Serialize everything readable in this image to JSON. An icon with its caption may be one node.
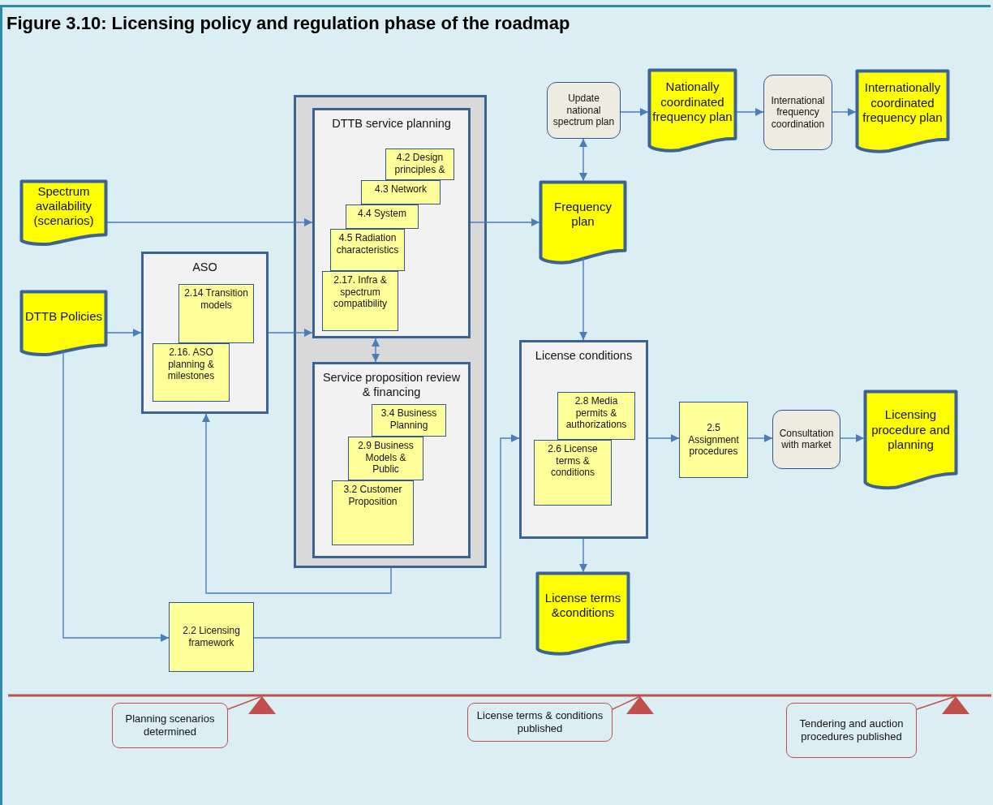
{
  "diagram": {
    "title": "Figure 3.10: Licensing policy and regulation phase of the roadmap",
    "nodes": [
      {
        "text": [
          "Spectrum availability (scenarios)"
        ]
      },
      {
        "text": [
          "DTTB Policies"
        ]
      },
      {
        "text": [
          "ASO"
        ]
      },
      {
        "text": [
          "2.14 Transition models"
        ],
        "in": 2
      },
      {
        "text": [
          "2.16. ASO planning & milestones"
        ],
        "in": 2
      },
      {
        "text": [],
        "shape": "box"
      },
      {
        "text": [
          "DTTB service planning"
        ],
        "in": 5
      },
      {
        "text": [
          "4.2 Design principles &"
        ],
        "in": 6
      },
      {
        "text": [
          "4.3 Network"
        ],
        "in": 6
      },
      {
        "text": [
          "4.4 System"
        ],
        "in": 6
      },
      {
        "text": [
          "4.5 Radiation characteristics"
        ],
        "in": 6
      },
      {
        "text": [
          "2.17. Infra & spectrum compatibility"
        ],
        "in": 6
      },
      {
        "text": [
          "Service proposition review & financing"
        ],
        "in": 5
      },
      {
        "text": [
          "3.4 Business Planning"
        ],
        "in": 12
      },
      {
        "text": [
          "2.9 Business Models & Public"
        ],
        "in": 12
      },
      {
        "text": [
          "3.2  Customer Proposition"
        ],
        "in": 12
      },
      {
        "text": [
          "Update national spectrum plan"
        ]
      },
      {
        "text": [
          "Nationally coordinated frequency plan"
        ]
      },
      {
        "text": [
          "International frequency coordination"
        ]
      },
      {
        "text": [
          "Internationally coordinated frequency plan"
        ]
      },
      {
        "text": [
          "Frequency plan"
        ]
      },
      {
        "text": [
          "License conditions"
        ]
      },
      {
        "text": [
          "2.8 Media permits & authorizations"
        ],
        "in": 21
      },
      {
        "text": [
          "2.6  License terms & conditions"
        ],
        "in": 21
      },
      {
        "text": [
          "2.5 Assignment procedures"
        ]
      },
      {
        "text": [
          "Consultation with market"
        ]
      },
      {
        "text": [
          "Licensing procedure and planning"
        ]
      },
      {
        "text": [
          "License terms &conditions"
        ]
      },
      {
        "text": [
          "2.2 Licensing framework"
        ]
      },
      {
        "text": [
          "Planning scenarios determined"
        ]
      },
      {
        "text": [
          "License terms & conditions published"
        ]
      },
      {
        "text": [
          "Tendering and auction procedures published"
        ]
      },
      {
        "text": [],
        "shape": "triangle"
      },
      {
        "text": [],
        "shape": "triangle"
      },
      {
        "text": [],
        "shape": "triangle"
      }
    ],
    "edges": [
      {
        "from": 0,
        "to": 6,
        "arrow": "to"
      },
      {
        "from": 1,
        "to": 2,
        "arrow": "to"
      },
      {
        "from": 2,
        "to": 6,
        "arrow": "to"
      },
      {
        "from": 6,
        "to": 12,
        "arrow": "both"
      },
      {
        "from": 6,
        "to": 20,
        "arrow": "to"
      },
      {
        "from": 20,
        "to": 16,
        "arrow": "both"
      },
      {
        "from": 16,
        "to": 17,
        "arrow": "to"
      },
      {
        "from": 17,
        "to": 18,
        "arrow": "to"
      },
      {
        "from": 18,
        "to": 19,
        "arrow": "to"
      },
      {
        "from": 20,
        "to": 21,
        "arrow": "to"
      },
      {
        "from": 21,
        "to": 24,
        "arrow": "to"
      },
      {
        "from": 24,
        "to": 25,
        "arrow": "to"
      },
      {
        "from": 25,
        "to": 26,
        "arrow": "to"
      },
      {
        "from": 21,
        "to": 27,
        "arrow": "to"
      },
      {
        "from": 1,
        "to": 28,
        "arrow": "to"
      },
      {
        "from": 28,
        "to": 21,
        "arrow": "to"
      },
      {
        "from": 5,
        "to": 2,
        "arrow": "to"
      },
      {
        "from": 29,
        "to": 32,
        "arrow": "none",
        "color": "#c0504d"
      },
      {
        "from": 30,
        "to": 33,
        "arrow": "none",
        "color": "#c0504d"
      },
      {
        "from": 31,
        "to": 34,
        "arrow": "none",
        "color": "#c0504d"
      }
    ]
  }
}
